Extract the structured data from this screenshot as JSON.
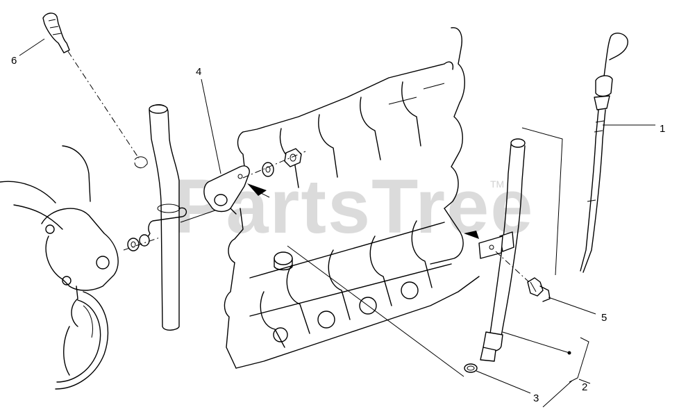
{
  "watermark": {
    "text": "PartsTree",
    "tm": "TM"
  },
  "callouts": [
    {
      "id": "1",
      "label": "1"
    },
    {
      "id": "2",
      "label": "2"
    },
    {
      "id": "3",
      "label": "3"
    },
    {
      "id": "4",
      "label": "4"
    },
    {
      "id": "5",
      "label": "5"
    },
    {
      "id": "6",
      "label": "6"
    }
  ]
}
